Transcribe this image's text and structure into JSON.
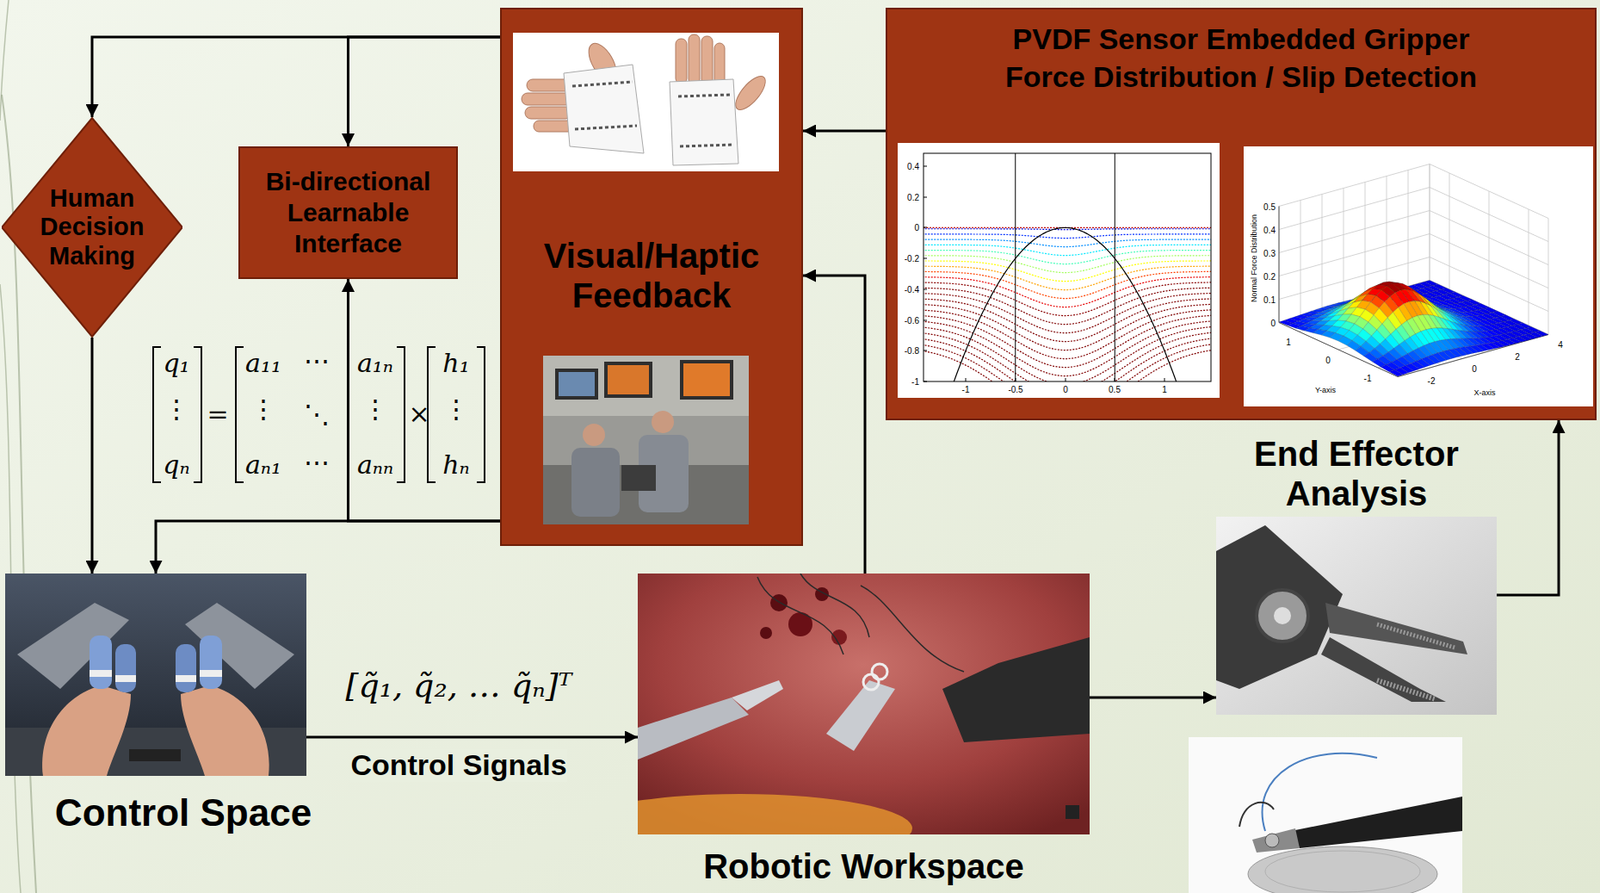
{
  "diagram": {
    "nodes": [
      {
        "text": [
          "Human Decision Making"
        ]
      },
      {
        "text": [
          "Bi-directional Learnable Interface"
        ]
      },
      {
        "text": [
          "Visual/Haptic Feedback"
        ]
      },
      {
        "text": [
          "PVDF Sensor Embedded Gripper Force Distribution / Slip Detection"
        ]
      },
      {
        "text": [
          "Control Space"
        ]
      },
      {
        "text": [
          "Robotic Workspace"
        ]
      },
      {
        "text": [
          "End Effector Analysis"
        ]
      }
    ],
    "edges": [
      {
        "from": 2,
        "to": 0,
        "arrow": "to"
      },
      {
        "from": 2,
        "to": 1,
        "arrow": "to"
      },
      {
        "from": 0,
        "to": 4,
        "arrow": "to"
      },
      {
        "from": 2,
        "to": 1,
        "arrow": "to"
      },
      {
        "from": 2,
        "to": 4,
        "arrow": "to"
      },
      {
        "from": 4,
        "to": 5,
        "label": "Control Signals",
        "arrow": "to"
      },
      {
        "from": 5,
        "to": 2,
        "arrow": "to"
      },
      {
        "from": 5,
        "to": 6,
        "arrow": "to"
      },
      {
        "from": 6,
        "to": 3,
        "arrow": "to"
      },
      {
        "from": 3,
        "to": 2,
        "arrow": "to"
      }
    ],
    "labels": [
      "q₁",
      "⋮",
      "qₙ",
      "=",
      "a₁₁",
      "⋯",
      "a₁ₙ",
      "⋮",
      "⋱",
      "⋮",
      "aₙ₁",
      "⋯",
      "aₙₙ",
      "×",
      "h₁",
      "⋮",
      "hₙ",
      "[q̃₁, q̃₂, … q̃ₙ]ᵀ",
      "0.4",
      "0.2",
      "0",
      "-0.2",
      "-0.4",
      "-0.6",
      "-0.8",
      "-1",
      "-1",
      "-0.5",
      "0",
      "0.5",
      "1",
      "0.5",
      "0.4",
      "0.3",
      "0.2",
      "0.1",
      "0",
      "Normal Force Distribution",
      "1",
      "0",
      "-1",
      "Y-axis",
      "-2",
      "0",
      "2",
      "4",
      "X-axis"
    ]
  }
}
